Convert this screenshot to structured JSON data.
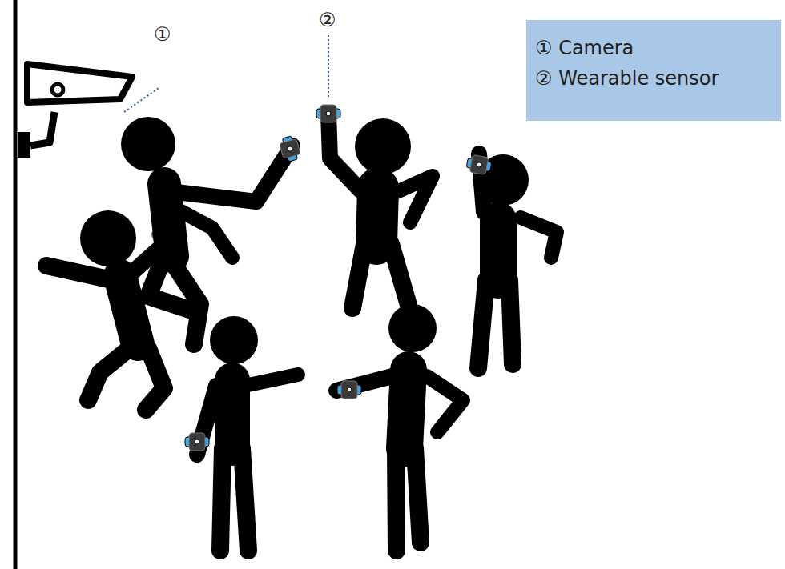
{
  "diagram": {
    "labels": [
      "①",
      "②"
    ],
    "legend": [
      {
        "text": "① Camera"
      },
      {
        "text": "② Wearable sensor"
      }
    ]
  }
}
